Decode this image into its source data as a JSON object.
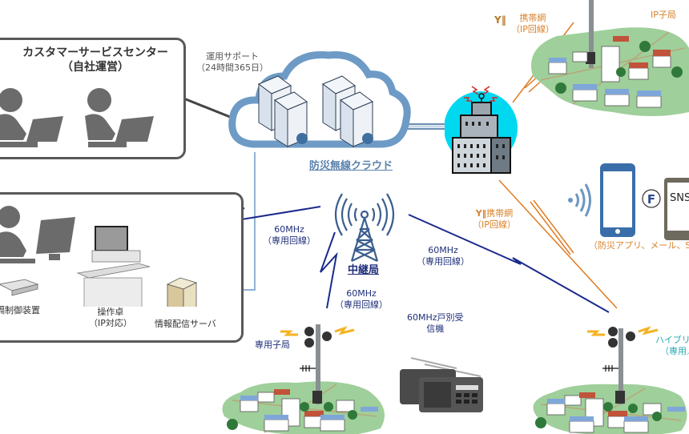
{
  "customer_center": {
    "title_line1": "カスタマーサービスセンター",
    "title_line2": "（自社運営）"
  },
  "support_label": {
    "line1": "運用サポート",
    "line2": "（24時間365日）"
  },
  "cloud": {
    "label": "防災無線クラウド"
  },
  "office": {
    "device_remote": "遠隔制御装置",
    "device_remote_visible": "隔制御装置",
    "console_line1": "操作卓",
    "console_line2": "（IP対応）",
    "server": "情報配信サーバ"
  },
  "links": {
    "radio_left": {
      "line1": "60MHz",
      "line2": "（専用回線）"
    },
    "radio_down": {
      "line1": "60MHz",
      "line2": "（専用回線）"
    },
    "radio_right": {
      "line1": "60MHz",
      "line2": "（専用回線）"
    },
    "mobile_top": {
      "line1": "携帯網",
      "line2": "（IP回線）"
    },
    "mobile_mid": {
      "line1": "携帯網",
      "line2": "（IP回線）"
    }
  },
  "relay": {
    "label": "中継局"
  },
  "stations": {
    "ip": "IP子局",
    "dedicated": "専用子局",
    "hybrid_line1": "ハイブリッド",
    "hybrid_line2": "（専用／",
    "hybrid_line3": "（"
  },
  "receiver": {
    "line1": "60MHz戸別受",
    "line2": "信機"
  },
  "apps": {
    "sns_label": "SNS",
    "caption": "（防災アプリ、メール、SNS"
  },
  "icons": {
    "antenna_signal": "antenna-signal-icon",
    "wireless": "wireless-waves-icon",
    "facebook": "facebook-f-icon"
  },
  "colors": {
    "radio_line": "#1a2a8c",
    "mobile_line": "#e07b22",
    "cloud": "#6d9bc6",
    "cloud_line": "#8fb3d6",
    "text_navy": "#1f2f7a",
    "text_orange": "#d9822b",
    "city_blue": "#00d8f0"
  }
}
